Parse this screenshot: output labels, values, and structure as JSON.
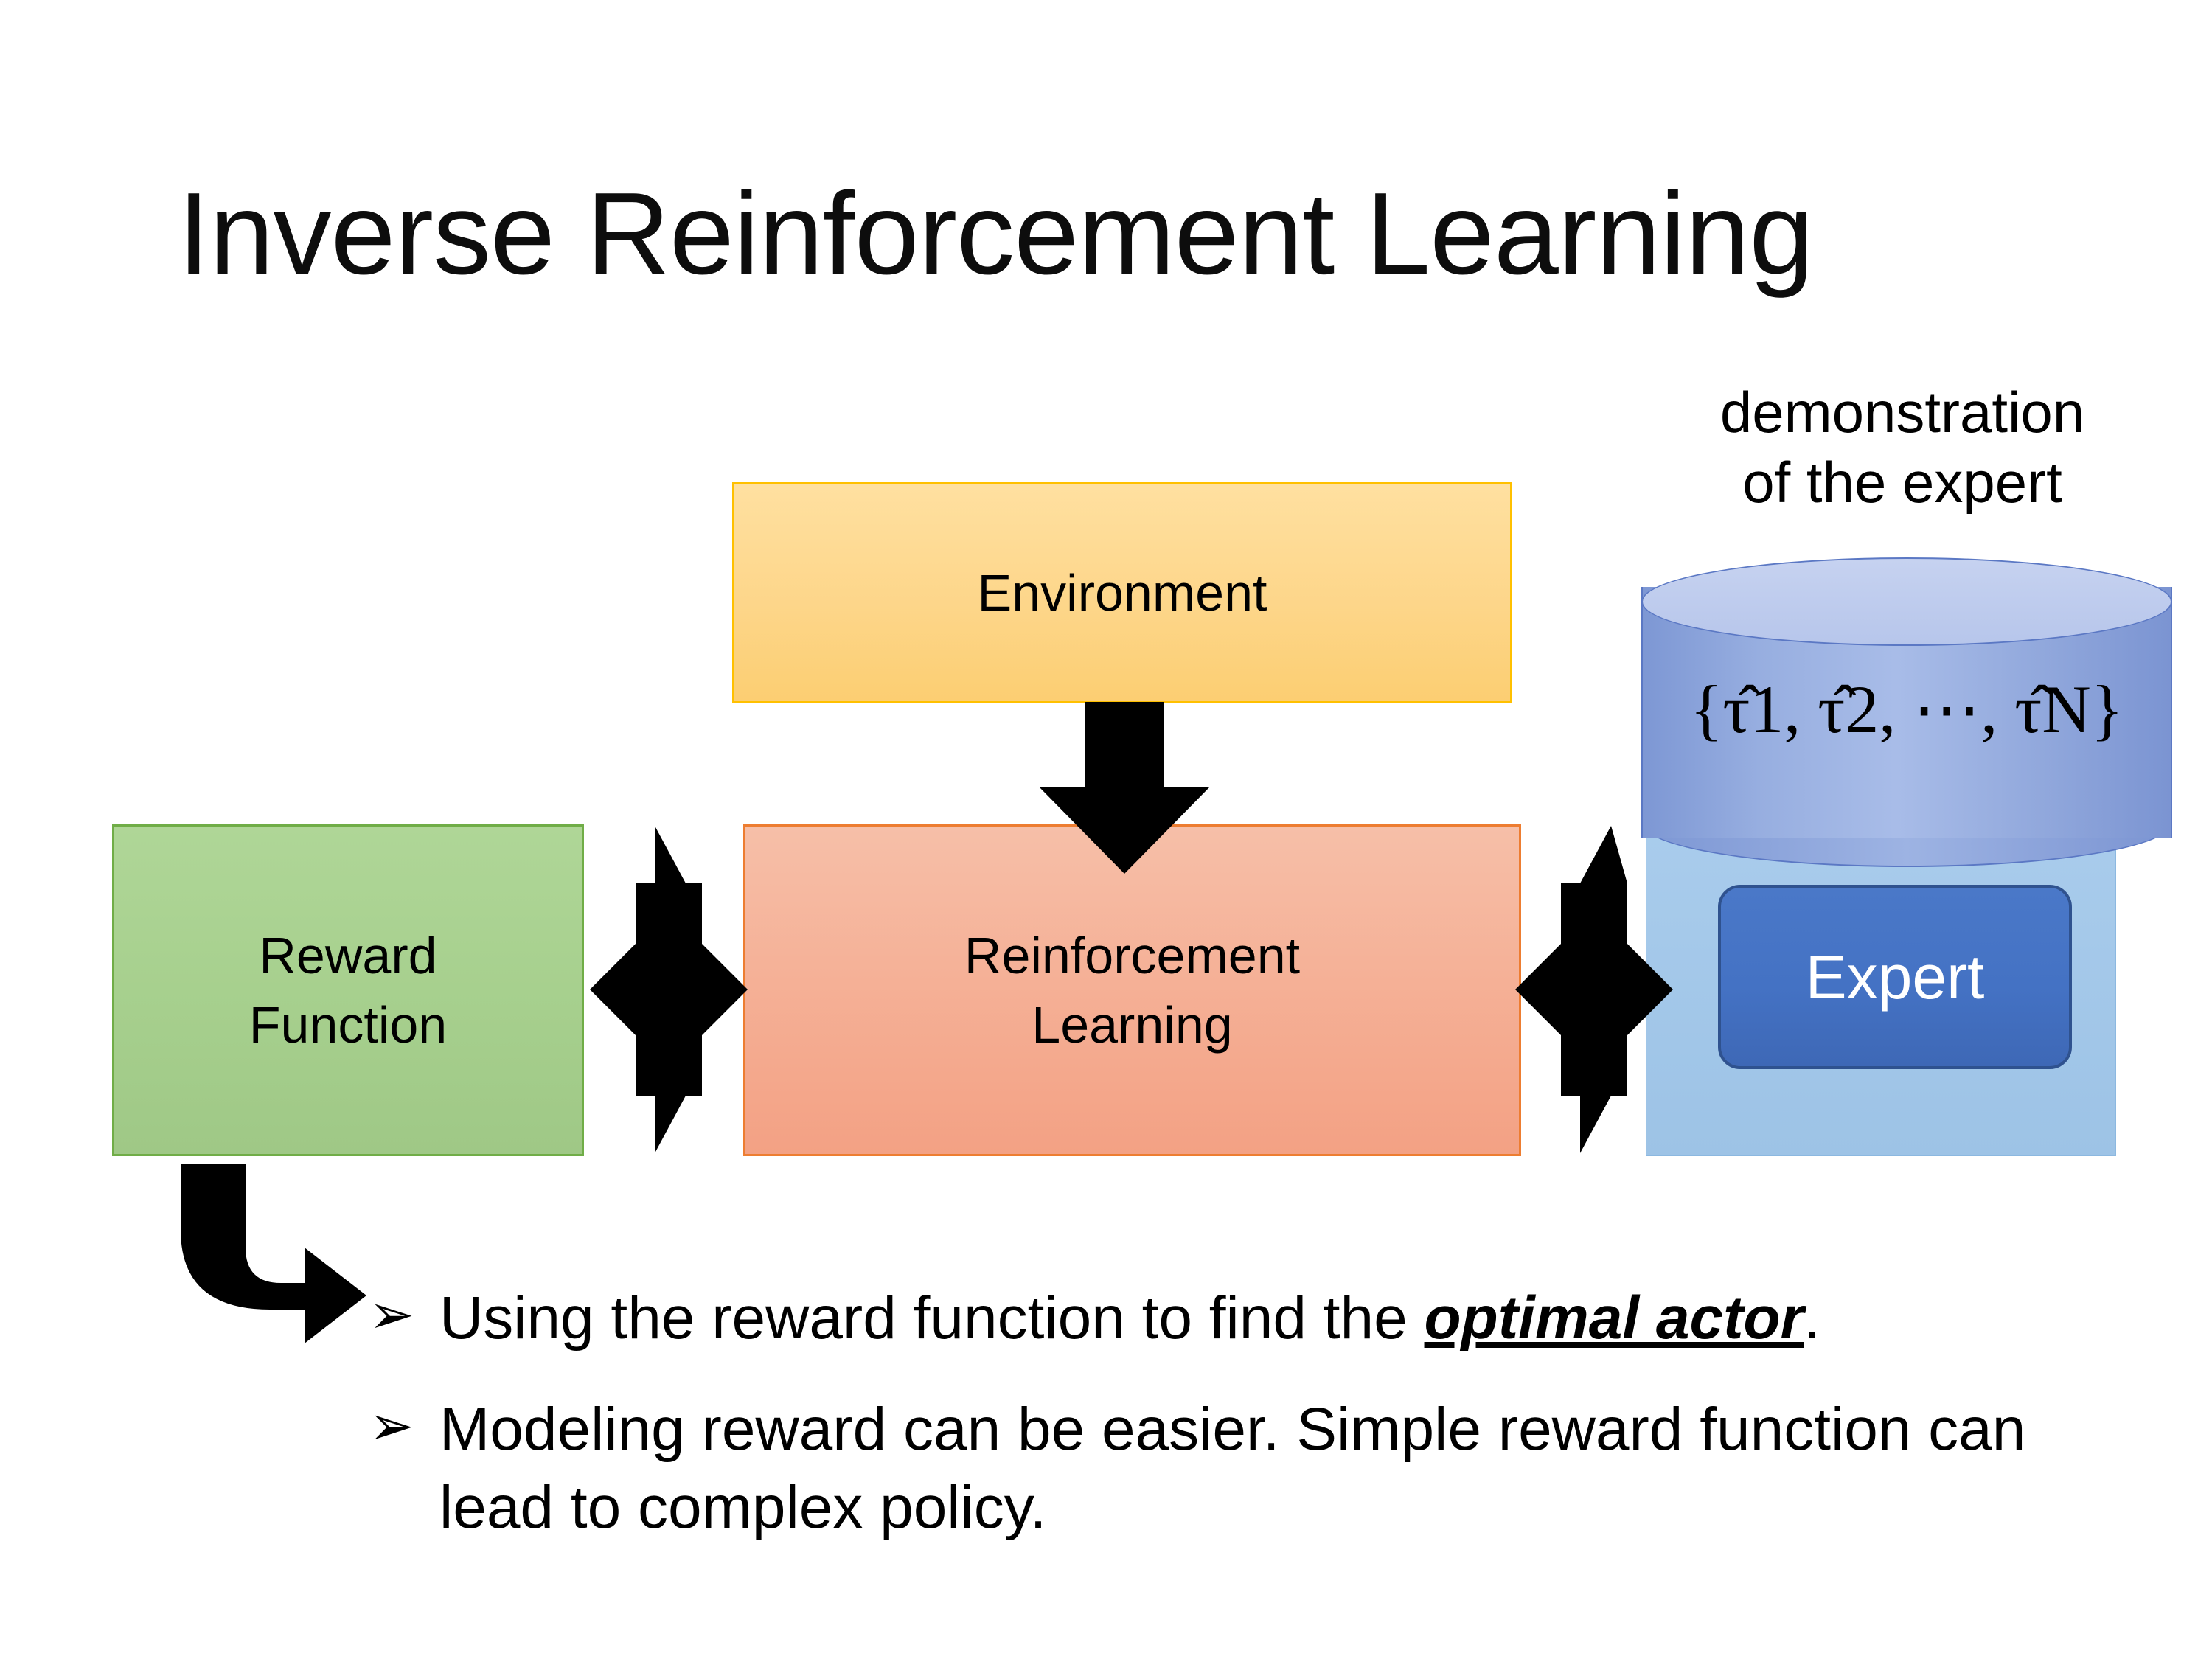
{
  "slide": {
    "title": "Inverse Reinforcement Learning",
    "background_color": "#FFFFFF"
  },
  "diagram": {
    "environment": {
      "label": "Environment",
      "fill_color": "#FDD68A",
      "border_color": "#FFC000"
    },
    "reinforcement_learning": {
      "label_line1": "Reinforcement",
      "label_line2": "Learning",
      "fill_color": "#F5B096",
      "border_color": "#ED7D31"
    },
    "reward_function": {
      "label_line1": "Reward",
      "label_line2": "Function",
      "fill_color": "#A7D08E",
      "border_color": "#70AD47"
    },
    "demonstration": {
      "caption_line1": "demonstration",
      "caption_line2": "of the expert",
      "cylinder_label": "{τ̂1, τ̂2, ⋯, τ̂N}",
      "cylinder_fill_color": "#8FA6DB",
      "cylinder_top_color": "#B7C6EB",
      "backdrop_color": "#9DC3E6"
    },
    "expert": {
      "label": "Expert",
      "fill_color": "#4472C4",
      "border_color": "#2F528F",
      "text_color": "#FFFFFF"
    },
    "connectors": [
      {
        "name": "environment-to-rl",
        "type": "down-arrow",
        "color": "#000000"
      },
      {
        "name": "reward-to-rl",
        "type": "four-way-arrow",
        "color": "#000000"
      },
      {
        "name": "rl-to-expert",
        "type": "four-way-arrow",
        "color": "#000000"
      },
      {
        "name": "reward-to-bullets",
        "type": "elbow-arrow",
        "color": "#000000"
      }
    ]
  },
  "bullets": [
    {
      "marker": "➢",
      "text_before": "Using the reward function to find the ",
      "emphasis": "optimal actor",
      "text_after": "."
    },
    {
      "marker": "➢",
      "line1": "Modeling reward can be easier. Simple reward",
      "line2": "function can lead to complex policy."
    }
  ]
}
